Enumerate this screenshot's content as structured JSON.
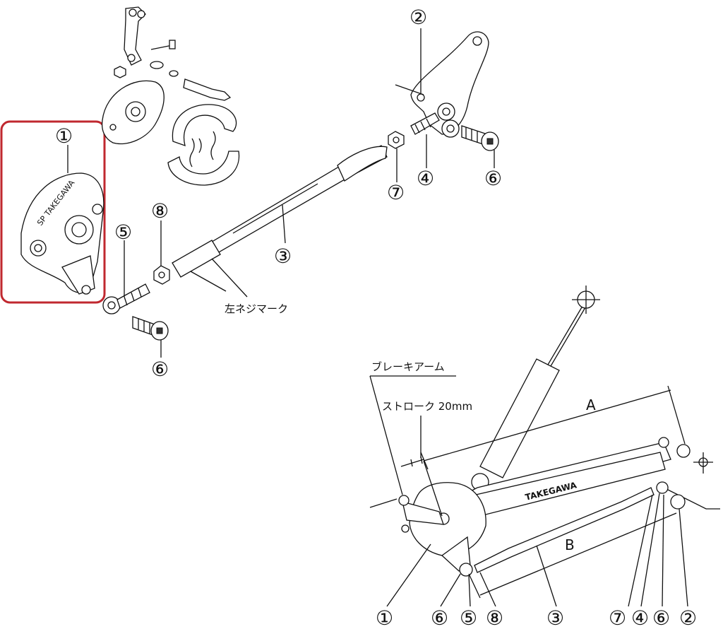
{
  "callouts": {
    "c1_top": "①",
    "c2_top": "②",
    "c3_top": "③",
    "c4_top": "④",
    "c5_top": "⑤",
    "c6_top_a": "⑥",
    "c6_top_b": "⑥",
    "c7_top": "⑦",
    "c8_top": "⑧",
    "c1_bot": "①",
    "c6_bot_a": "⑥",
    "c5_bot": "⑤",
    "c8_bot": "⑧",
    "c3_bot": "③",
    "c7_bot": "⑦",
    "c4_bot": "④",
    "c6_bot_b": "⑥",
    "c2_bot": "②"
  },
  "labels": {
    "left_thread_mark": "左ネジマーク",
    "brake_arm": "ブレーキアーム",
    "stroke": "ストローク 20mm",
    "dim_a": "A",
    "dim_b": "B",
    "plate_brand": "SP TAKEGAWA",
    "rod_brand": "TAKEGAWA"
  },
  "highlight": {
    "color": "#c0282f"
  }
}
